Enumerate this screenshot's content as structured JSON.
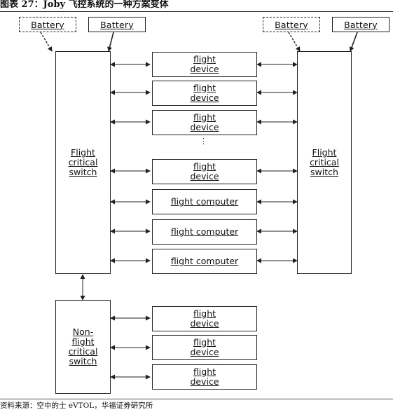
{
  "figure": {
    "title": "图表 27：Joby 飞控系统的一种方案变体",
    "source": "资料来源：空中的士 eVTOL，华福证券研究所"
  },
  "batteries": {
    "left_dashed": "Battery",
    "left_solid": "Battery",
    "right_dashed": "Battery",
    "right_solid": "Battery"
  },
  "switches": {
    "left": "Flight critical switch",
    "right": "Flight critical switch",
    "bottom": "Non-flight critical switch"
  },
  "nodes": {
    "flight_device": "flight device",
    "flight_computer": "flight computer",
    "ellipsis": "⋮"
  },
  "colors": {
    "line": "#222222",
    "background": "#ffffff"
  }
}
